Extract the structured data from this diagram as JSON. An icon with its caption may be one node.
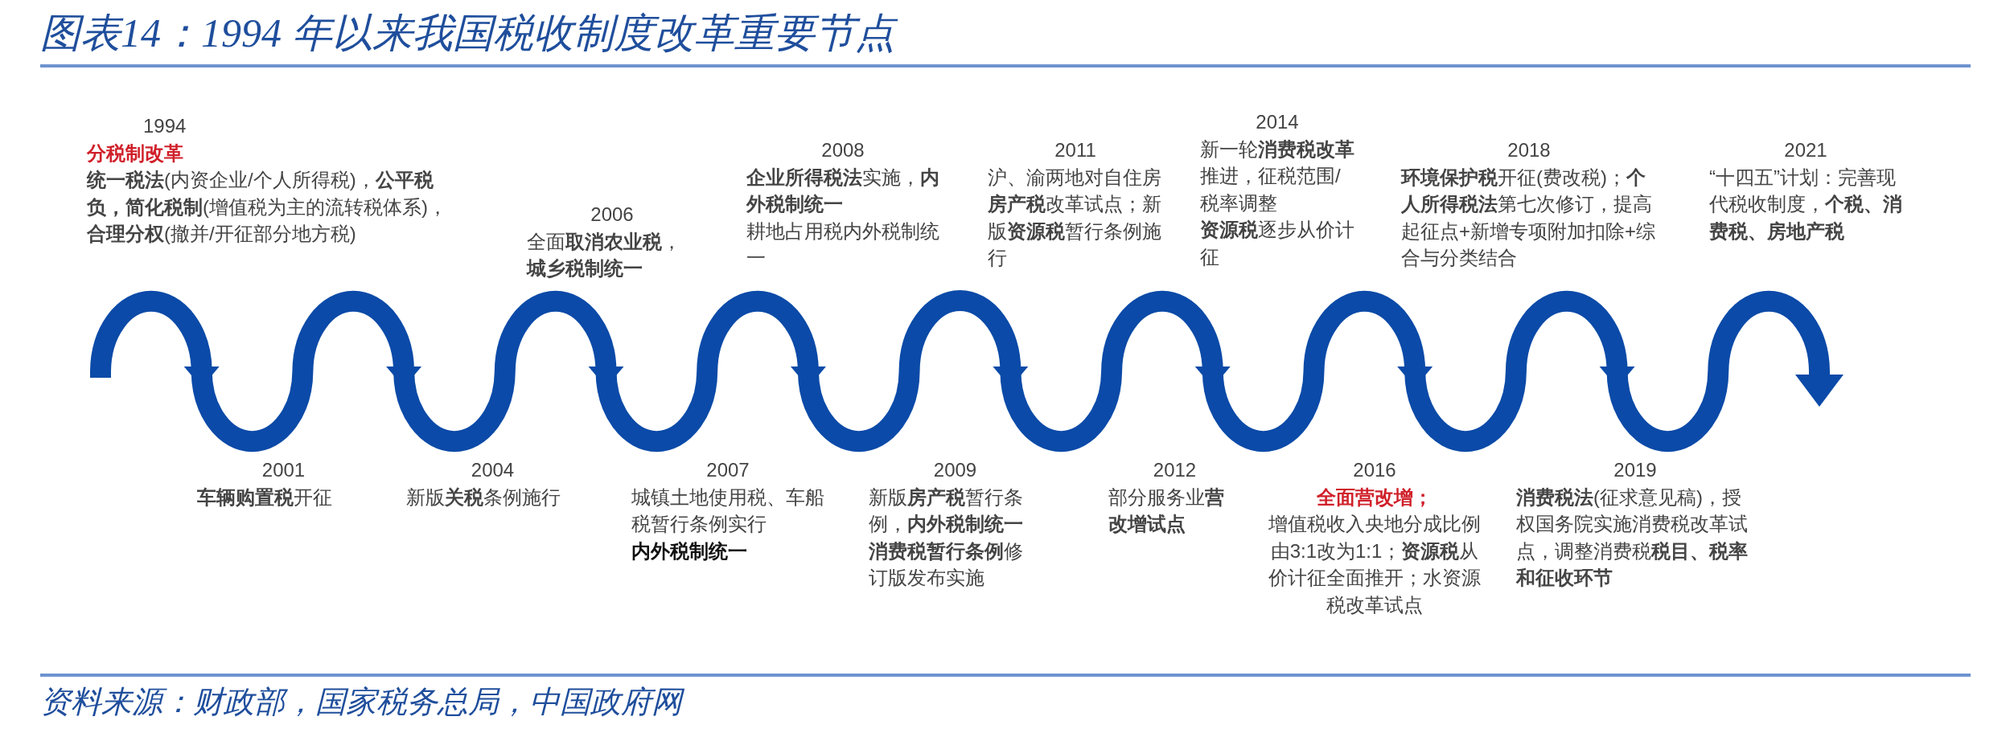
{
  "diagram": {
    "title": "图表14：1994 年以来我国税收制度改革重要节点",
    "caption": "资料来源：财政部，国家税务总局，中国政府网",
    "nodes": [
      {
        "text": [
          "1994",
          "分税制改革",
          "**统一税法**(内资企业/个人所得税)，**公平税负，简化税制**(增值税为主的流转税体系)，**合理分权**(撤并/开征部分地方税)"
        ]
      },
      {
        "text": [
          "2001",
          "**车辆购置税**开征"
        ]
      },
      {
        "text": [
          "2004",
          "新版**关税**条例施行"
        ]
      },
      {
        "text": [
          "2006",
          "全面**取消农业税**，**城乡税制统一**"
        ]
      },
      {
        "text": [
          "2007",
          "城镇土地使用税、车船税暂行条例实行",
          "内外税制统一"
        ]
      },
      {
        "text": [
          "2008",
          "**企业所得税法**实施，**内外税制统一**",
          "耕地占用税内外税制统一"
        ]
      },
      {
        "text": [
          "2009",
          "新版**房产税**暂行条例，**内外税制统一**",
          "**消费税暂行条例**修订版发布实施"
        ]
      },
      {
        "text": [
          "2011",
          "沪、渝两地对自住房**房产税**改革试点；新版**资源税**暂行条例施行"
        ]
      },
      {
        "text": [
          "2012",
          "部分服务业**营改增试点**"
        ]
      },
      {
        "text": [
          "2014",
          "新一轮**消费税改革**推进，征税范围/税率调整",
          "**资源税**逐步从价计征"
        ]
      },
      {
        "text": [
          "2016",
          "全面营改增；",
          "增值税收入央地分成比例由3:1改为1:1；**资源税**从价计征全面推开；水资源税改革试点"
        ]
      },
      {
        "text": [
          "2018",
          "**环境保护税**开征(费改税)；**个人所得税法**第七次修订，提高起征点+新增专项附加扣除+综合与分类结合"
        ]
      },
      {
        "text": [
          "2019",
          "**消费税法**(征求意见稿)，授权国务院实施消费税改革试点，调整消费税**税目、税率和征收环节**"
        ]
      },
      {
        "text": [
          "2021",
          "“十四五”计划：完善现代税收制度，**个税、消费税、房地产税**"
        ]
      }
    ]
  }
}
